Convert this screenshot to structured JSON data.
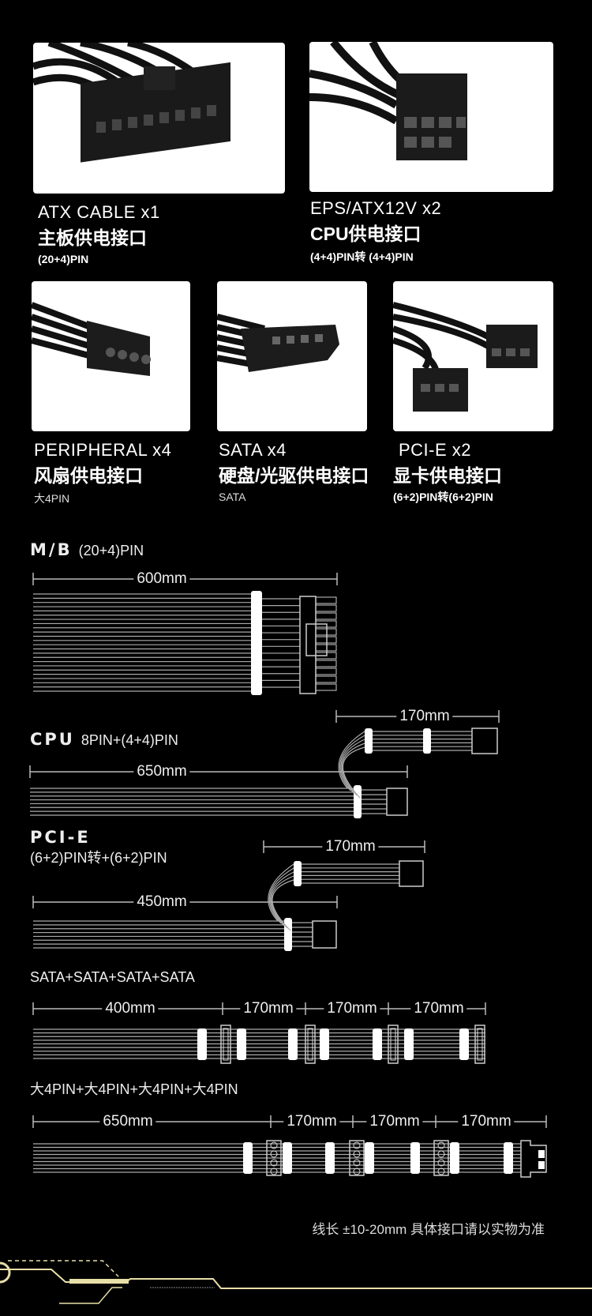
{
  "products": [
    {
      "title": "ATX CABLE  x1",
      "cn": "主板供电接口",
      "pin": "(20+4)PIN"
    },
    {
      "title": "EPS/ATX12V  x2",
      "cn": "CPU供电接口",
      "pin": "(4+4)PIN转 (4+4)PIN"
    },
    {
      "title": "PERIPHERAL  x4",
      "cn": "风扇供电接口",
      "pin": "大4PIN"
    },
    {
      "title": "SATA  x4",
      "cn": "硬盘/光驱供电接口",
      "pin": "SATA"
    },
    {
      "title": "PCI-E  x2",
      "cn": "显卡供电接口",
      "pin": "(6+2)PIN转(6+2)PIN"
    }
  ],
  "diagrams": {
    "mb": {
      "name": "M/B",
      "spec": "(20+4)PIN",
      "dims": [
        "600mm"
      ]
    },
    "cpu": {
      "name": "CPU",
      "spec": "8PIN+(4+4)PIN",
      "dims": [
        "170mm",
        "650mm"
      ]
    },
    "pcie": {
      "name": "PCI-E",
      "spec": "(6+2)PIN转+(6+2)PIN",
      "dims": [
        "170mm",
        "450mm"
      ]
    },
    "sata": {
      "name": "SATA+SATA+SATA+SATA",
      "dims": [
        "400mm",
        "170mm",
        "170mm",
        "170mm"
      ]
    },
    "molex": {
      "name": "大4PIN+大4PIN+大4PIN+大4PIN",
      "dims": [
        "650mm",
        "170mm",
        "170mm",
        "170mm"
      ]
    }
  },
  "note": "线长 ±10-20mm 具体接口请以实物为准",
  "colors": {
    "background": "#000000",
    "accent": "#e8dfa8"
  }
}
